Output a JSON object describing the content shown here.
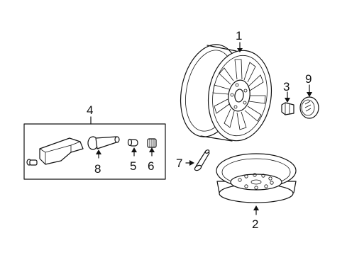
{
  "callouts": {
    "wheel": "1",
    "spare_wheel": "2",
    "lug_nut": "3",
    "tpms_kit": "4",
    "valve_core": "5",
    "valve_cap": "6",
    "valve_stem": "7",
    "tpms_valve": "8",
    "center_cap": "9"
  }
}
